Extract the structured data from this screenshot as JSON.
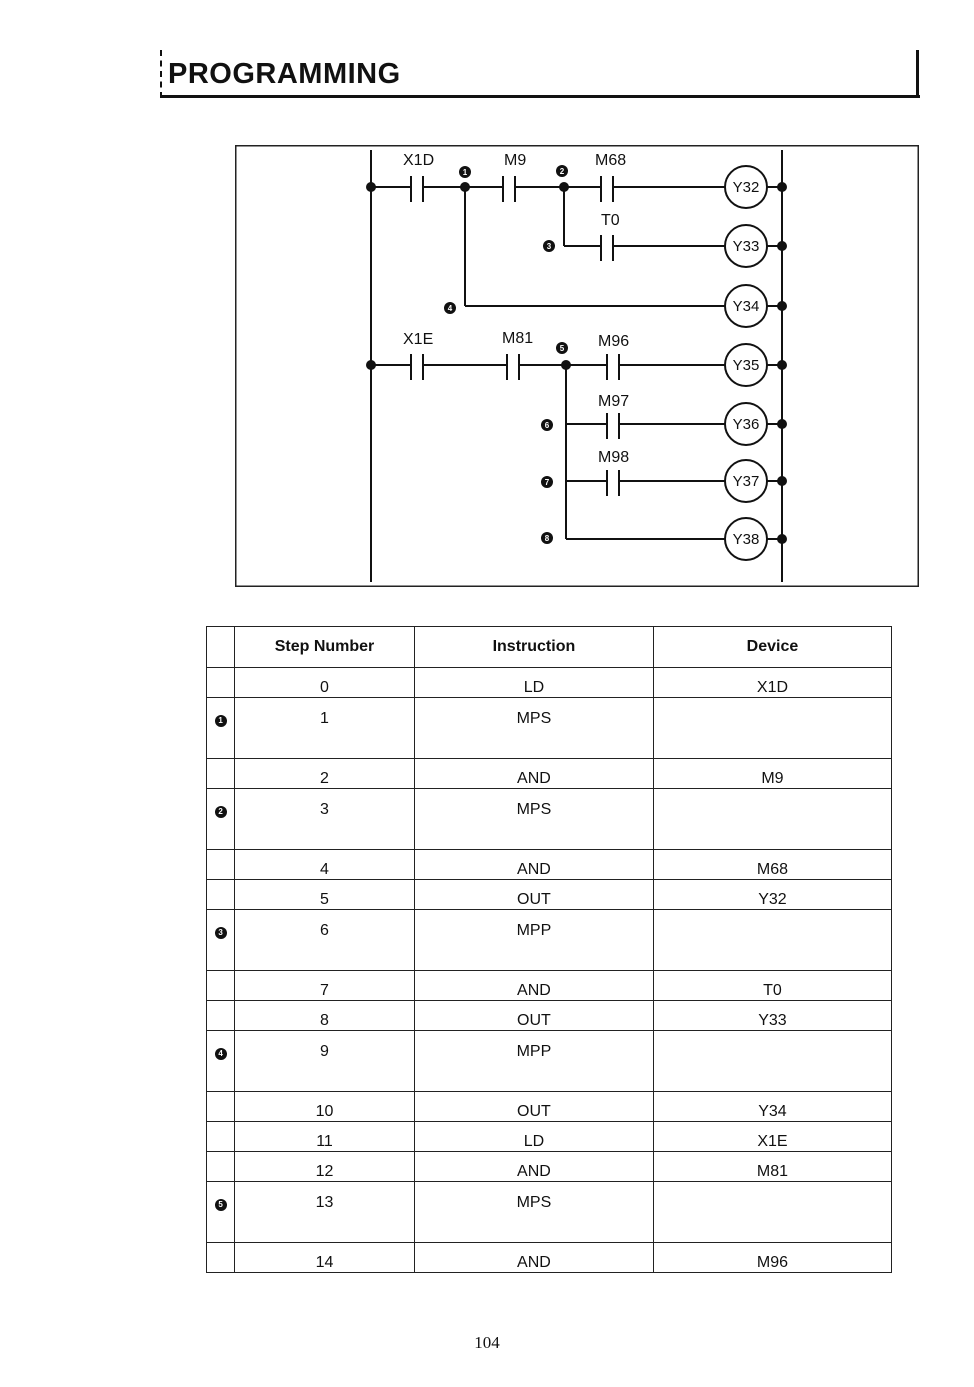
{
  "header": {
    "title": "PROGRAMMING"
  },
  "ladder": {
    "contacts": {
      "x1d": "X1D",
      "m9": "M9",
      "m68": "M68",
      "t0": "T0",
      "x1e": "X1E",
      "m81": "M81",
      "m96": "M96",
      "m97": "M97",
      "m98": "M98"
    },
    "coils": {
      "y32": "Y32",
      "y33": "Y33",
      "y34": "Y34",
      "y35": "Y35",
      "y36": "Y36",
      "y37": "Y37",
      "y38": "Y38"
    },
    "markers": [
      "1",
      "2",
      "3",
      "4",
      "5",
      "6",
      "7",
      "8"
    ]
  },
  "table": {
    "headers": {
      "marker": "",
      "step": "Step Number",
      "instruction": "Instruction",
      "device": "Device"
    },
    "rows": [
      {
        "marker": "",
        "step": "0",
        "instruction": "LD",
        "device": "X1D"
      },
      {
        "marker": "1",
        "step": "1",
        "instruction": "MPS",
        "device": ""
      },
      {
        "marker": "",
        "step": "2",
        "instruction": "AND",
        "device": "M9"
      },
      {
        "marker": "2",
        "step": "3",
        "instruction": "MPS",
        "device": ""
      },
      {
        "marker": "",
        "step": "4",
        "instruction": "AND",
        "device": "M68"
      },
      {
        "marker": "",
        "step": "5",
        "instruction": "OUT",
        "device": "Y32"
      },
      {
        "marker": "3",
        "step": "6",
        "instruction": "MPP",
        "device": ""
      },
      {
        "marker": "",
        "step": "7",
        "instruction": "AND",
        "device": "T0"
      },
      {
        "marker": "",
        "step": "8",
        "instruction": "OUT",
        "device": "Y33"
      },
      {
        "marker": "4",
        "step": "9",
        "instruction": "MPP",
        "device": ""
      },
      {
        "marker": "",
        "step": "10",
        "instruction": "OUT",
        "device": "Y34"
      },
      {
        "marker": "",
        "step": "11",
        "instruction": "LD",
        "device": "X1E"
      },
      {
        "marker": "",
        "step": "12",
        "instruction": "AND",
        "device": "M81"
      },
      {
        "marker": "5",
        "step": "13",
        "instruction": "MPS",
        "device": ""
      },
      {
        "marker": "",
        "step": "14",
        "instruction": "AND",
        "device": "M96"
      }
    ]
  },
  "footer": {
    "page_number": "104"
  }
}
